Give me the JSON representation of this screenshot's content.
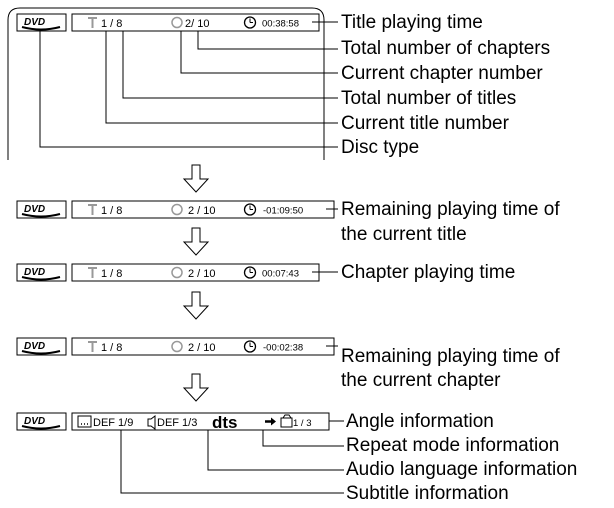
{
  "panel1": {
    "title": "1 / 8",
    "chapter": "2/ 10",
    "time": "00:38:58",
    "callouts": [
      "Title playing time",
      "Total number of chapters",
      "Current chapter number",
      "Total number of titles",
      "Current title number",
      "Disc type"
    ]
  },
  "panel2": {
    "title": "1 / 8",
    "chapter": "2 / 10",
    "time": "-01:09:50",
    "label_line1": "Remaining playing time of",
    "label_line2": "the current title"
  },
  "panel3": {
    "title": "1 / 8",
    "chapter": "2 / 10",
    "time": "00:07:43",
    "label": "Chapter playing time"
  },
  "panel4": {
    "title": "1 / 8",
    "chapter": "2 / 10",
    "time": "-00:02:38",
    "label_line1": "Remaining playing time of",
    "label_line2": "the current chapter"
  },
  "panel5": {
    "subtitle": "DEF  1/9",
    "audio": "DEF 1/3",
    "dts": "dts",
    "angle": "1 / 3",
    "callouts": [
      "Angle information",
      "Repeat mode information",
      "Audio language information",
      "Subtitle information"
    ]
  },
  "disc_logo": "DVD",
  "icons": [
    "title-icon",
    "chapter-icon",
    "clock-icon",
    "down-arrow-icon",
    "subtitle-icon",
    "audio-icon",
    "repeat-arrow-icon",
    "angle-icon"
  ]
}
